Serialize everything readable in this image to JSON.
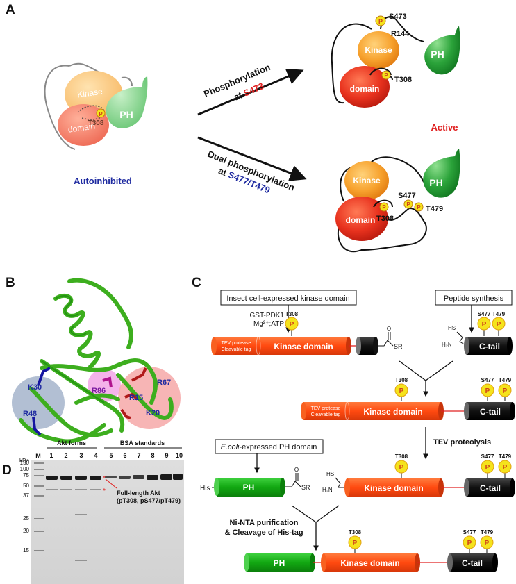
{
  "panels": {
    "a": "A",
    "b": "B",
    "c": "C",
    "d": "D"
  },
  "panel_a": {
    "kinase": "Kinase",
    "domain": "domain",
    "ph": "PH",
    "p": "P",
    "t308": "T308",
    "s473": "S473",
    "r144": "R144",
    "s477": "S477",
    "t479": "T479",
    "autoinhibited": "Autoinhibited",
    "active": "Active",
    "arrow1_line1": "Phosphorylation",
    "arrow1_line2_prefix": "at ",
    "arrow1_site": "S473",
    "arrow2_line1": "Dual phosphorylation",
    "arrow2_line2_prefix": "at ",
    "arrow2_site": "S477/T479",
    "colors": {
      "kinase": "#F7A22E",
      "domain": "#E8321E",
      "ph": "#2BA33A",
      "phospho": "#F5E31C",
      "active": "#E02020",
      "auto": "#1E2AA0"
    }
  },
  "panel_b": {
    "residues": [
      "K30",
      "R48",
      "R86",
      "R15",
      "R67",
      "K20"
    ]
  },
  "panel_c": {
    "insect_box": "Insect cell-expressed kinase domain",
    "peptide_box": "Peptide synthesis",
    "gst_line1": "GST-PDK1",
    "gst_line2": "Mg²⁺;ATP",
    "tev_tag_line1": "TEV protease",
    "tev_tag_line2": "Cleavable tag",
    "kinase_domain": "Kinase domain",
    "c_tail": "C-tail",
    "sr": "SR",
    "o": "O",
    "hs": "HS",
    "h2n": "H₂N",
    "his": "His",
    "ph": "PH",
    "t308": "T308",
    "s477": "S477",
    "t479": "T479",
    "p": "P",
    "tev_proteolysis": "TEV proteolysis",
    "ecoli_box_italic": "E.coli",
    "ecoli_box_rest": "-expressed PH domain",
    "nta_line1": "Ni-NTA purification",
    "nta_line2": "& Cleavage of His-tag"
  },
  "panel_d": {
    "kda": "kDa",
    "marker": "M",
    "markers": [
      "150",
      "100",
      "75",
      "50",
      "37",
      "25",
      "20",
      "15"
    ],
    "group1": "Akt forms",
    "group2": "BSA standards",
    "lanes": [
      "1",
      "2",
      "3",
      "4",
      "5",
      "6",
      "7",
      "8",
      "9",
      "10"
    ],
    "annotation_line1": "Full-length Akt",
    "annotation_line2": "(pT308, pS477/pT479)",
    "star": "*"
  }
}
